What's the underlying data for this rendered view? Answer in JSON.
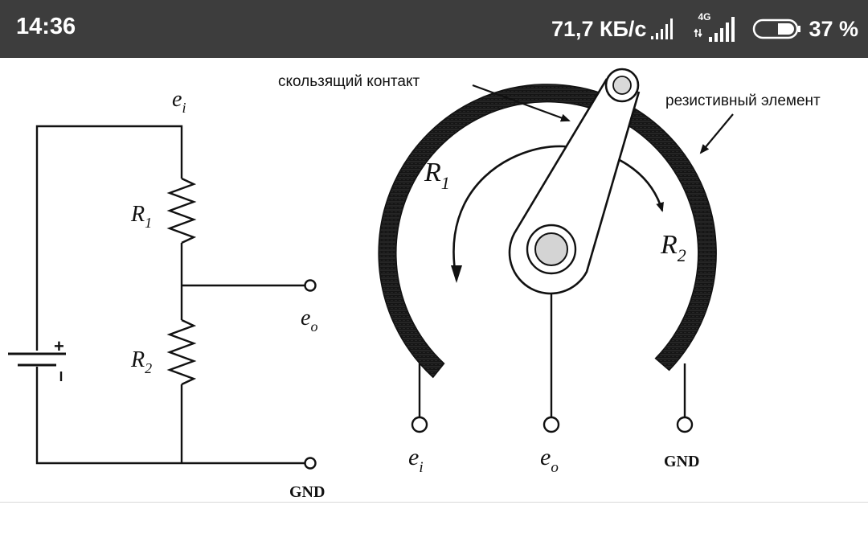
{
  "status_bar": {
    "time": "14:36",
    "network_speed": "71,7 КБ/с",
    "network_type": "4G",
    "battery_percent": "37 %",
    "icons": [
      "signal-icon",
      "network-4g-signal-icon",
      "battery-icon"
    ]
  },
  "circuit": {
    "input_label": "e",
    "input_sub": "i",
    "r1_label": "R",
    "r1_sub": "1",
    "r2_label": "R",
    "r2_sub": "2",
    "output_label": "e",
    "output_sub": "o",
    "ground_label": "GND",
    "battery_plus": "+"
  },
  "potentiometer": {
    "wiper_annotation": "скользящий контакт",
    "element_annotation": "резистивный элемент",
    "r1_label": "R",
    "r1_sub": "1",
    "r2_label": "R",
    "r2_sub": "2",
    "terminal_left_label": "e",
    "terminal_left_sub": "i",
    "terminal_center_label": "e",
    "terminal_center_sub": "o",
    "terminal_right_label": "GND"
  }
}
